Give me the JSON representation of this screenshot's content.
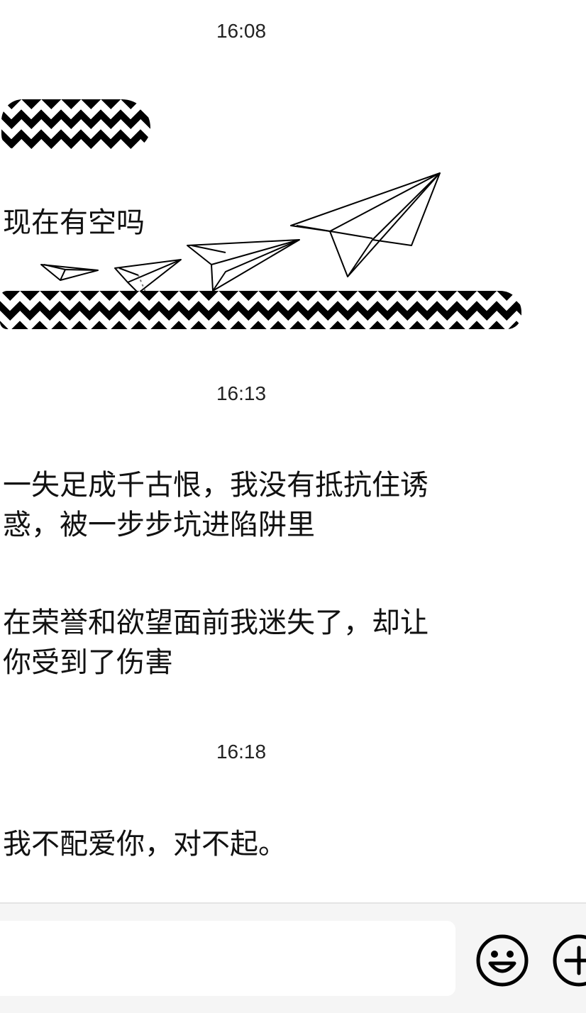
{
  "conversation": {
    "blocks": [
      {
        "timestamp": "16:08",
        "messages": [
          {
            "text": "",
            "redacted": true
          },
          {
            "text": "现在有空吗"
          },
          {
            "text": "",
            "redacted": true,
            "sticker": "paper-planes"
          }
        ]
      },
      {
        "timestamp": "16:13",
        "messages": [
          {
            "text": "一失足成千古恨，我没有抵抗住诱\n惑，被一步步坑进陷阱里"
          },
          {
            "text": "在荣誉和欲望面前我迷失了，却让\n你受到了伤害"
          }
        ]
      },
      {
        "timestamp": "16:18",
        "messages": [
          {
            "text": "我不配爱你，对不起。"
          }
        ]
      }
    ]
  },
  "input_bar": {
    "message_value": "",
    "placeholder": "",
    "icons": [
      "smiley-icon",
      "plus-icon"
    ]
  },
  "colors": {
    "background": "#ffffff",
    "text": "#111111",
    "input_bar_bg": "#f5f5f5"
  }
}
